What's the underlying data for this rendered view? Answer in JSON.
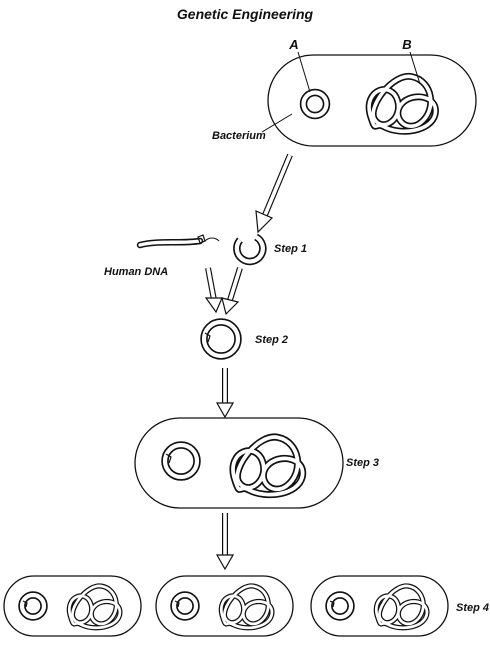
{
  "title": "Genetic Engineering",
  "labels": {
    "plasmid": "A",
    "chromosome": "B",
    "bacterium": "Bacterium",
    "human_dna": "Human DNA"
  },
  "steps": {
    "step1": "Step 1",
    "step2": "Step 2",
    "step3": "Step 3",
    "step4": "Step 4"
  }
}
